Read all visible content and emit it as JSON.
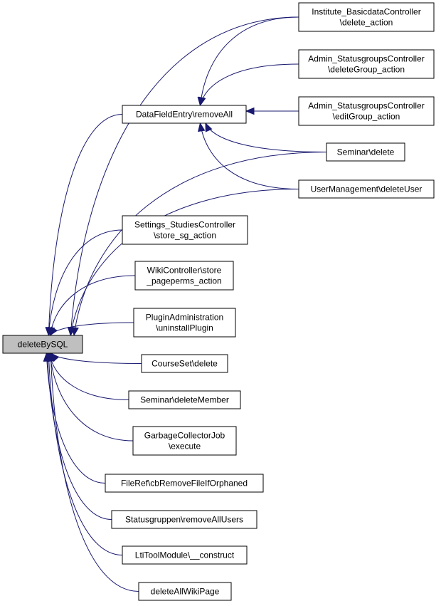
{
  "colors": {
    "edge": "#191970",
    "root_fill": "#bfbfbf",
    "node_fill": "#ffffff",
    "node_border": "#000000"
  },
  "nodes": [
    {
      "id": "deleteBySQL",
      "lines": [
        "deleteBySQL"
      ],
      "root": true
    },
    {
      "id": "DataFieldEntry_removeAll",
      "lines": [
        "DataFieldEntry\\removeAll"
      ]
    },
    {
      "id": "Institute_BasicdataController_delete_action",
      "lines": [
        "Institute_BasicdataController",
        "\\delete_action"
      ]
    },
    {
      "id": "Admin_StatusgroupsController_deleteGroup_action",
      "lines": [
        "Admin_StatusgroupsController",
        "\\deleteGroup_action"
      ]
    },
    {
      "id": "Admin_StatusgroupsController_editGroup_action",
      "lines": [
        "Admin_StatusgroupsController",
        "\\editGroup_action"
      ]
    },
    {
      "id": "Seminar_delete",
      "lines": [
        "Seminar\\delete"
      ]
    },
    {
      "id": "UserManagement_deleteUser",
      "lines": [
        "UserManagement\\deleteUser"
      ]
    },
    {
      "id": "Settings_StudiesController_store_sg_action",
      "lines": [
        "Settings_StudiesController",
        "\\store_sg_action"
      ]
    },
    {
      "id": "WikiController_store_pageperms_action",
      "lines": [
        "WikiController\\store",
        "_pageperms_action"
      ]
    },
    {
      "id": "PluginAdministration_uninstallPlugin",
      "lines": [
        "PluginAdministration",
        "\\uninstallPlugin"
      ]
    },
    {
      "id": "CourseSet_delete",
      "lines": [
        "CourseSet\\delete"
      ]
    },
    {
      "id": "Seminar_deleteMember",
      "lines": [
        "Seminar\\deleteMember"
      ]
    },
    {
      "id": "GarbageCollectorJob_execute",
      "lines": [
        "GarbageCollectorJob",
        "\\execute"
      ]
    },
    {
      "id": "FileRef_cbRemoveFileIfOrphaned",
      "lines": [
        "FileRef\\cbRemoveFileIfOrphaned"
      ]
    },
    {
      "id": "Statusgruppen_removeAllUsers",
      "lines": [
        "Statusgruppen\\removeAllUsers"
      ]
    },
    {
      "id": "LtiToolModule___construct",
      "lines": [
        "LtiToolModule\\__construct"
      ]
    },
    {
      "id": "deleteAllWikiPage",
      "lines": [
        "deleteAllWikiPage"
      ]
    }
  ],
  "edges": [
    {
      "from": "Institute_BasicdataController_delete_action",
      "to": "DataFieldEntry_removeAll"
    },
    {
      "from": "Admin_StatusgroupsController_deleteGroup_action",
      "to": "DataFieldEntry_removeAll"
    },
    {
      "from": "Admin_StatusgroupsController_editGroup_action",
      "to": "DataFieldEntry_removeAll"
    },
    {
      "from": "Seminar_delete",
      "to": "DataFieldEntry_removeAll"
    },
    {
      "from": "UserManagement_deleteUser",
      "to": "DataFieldEntry_removeAll"
    },
    {
      "from": "DataFieldEntry_removeAll",
      "to": "deleteBySQL"
    },
    {
      "from": "Institute_BasicdataController_delete_action",
      "to": "deleteBySQL"
    },
    {
      "from": "Seminar_delete",
      "to": "deleteBySQL"
    },
    {
      "from": "UserManagement_deleteUser",
      "to": "deleteBySQL"
    },
    {
      "from": "Settings_StudiesController_store_sg_action",
      "to": "deleteBySQL"
    },
    {
      "from": "WikiController_store_pageperms_action",
      "to": "deleteBySQL"
    },
    {
      "from": "PluginAdministration_uninstallPlugin",
      "to": "deleteBySQL"
    },
    {
      "from": "CourseSet_delete",
      "to": "deleteBySQL"
    },
    {
      "from": "Seminar_deleteMember",
      "to": "deleteBySQL"
    },
    {
      "from": "GarbageCollectorJob_execute",
      "to": "deleteBySQL"
    },
    {
      "from": "FileRef_cbRemoveFileIfOrphaned",
      "to": "deleteBySQL"
    },
    {
      "from": "Statusgruppen_removeAllUsers",
      "to": "deleteBySQL"
    },
    {
      "from": "LtiToolModule___construct",
      "to": "deleteBySQL"
    },
    {
      "from": "deleteAllWikiPage",
      "to": "deleteBySQL"
    }
  ]
}
